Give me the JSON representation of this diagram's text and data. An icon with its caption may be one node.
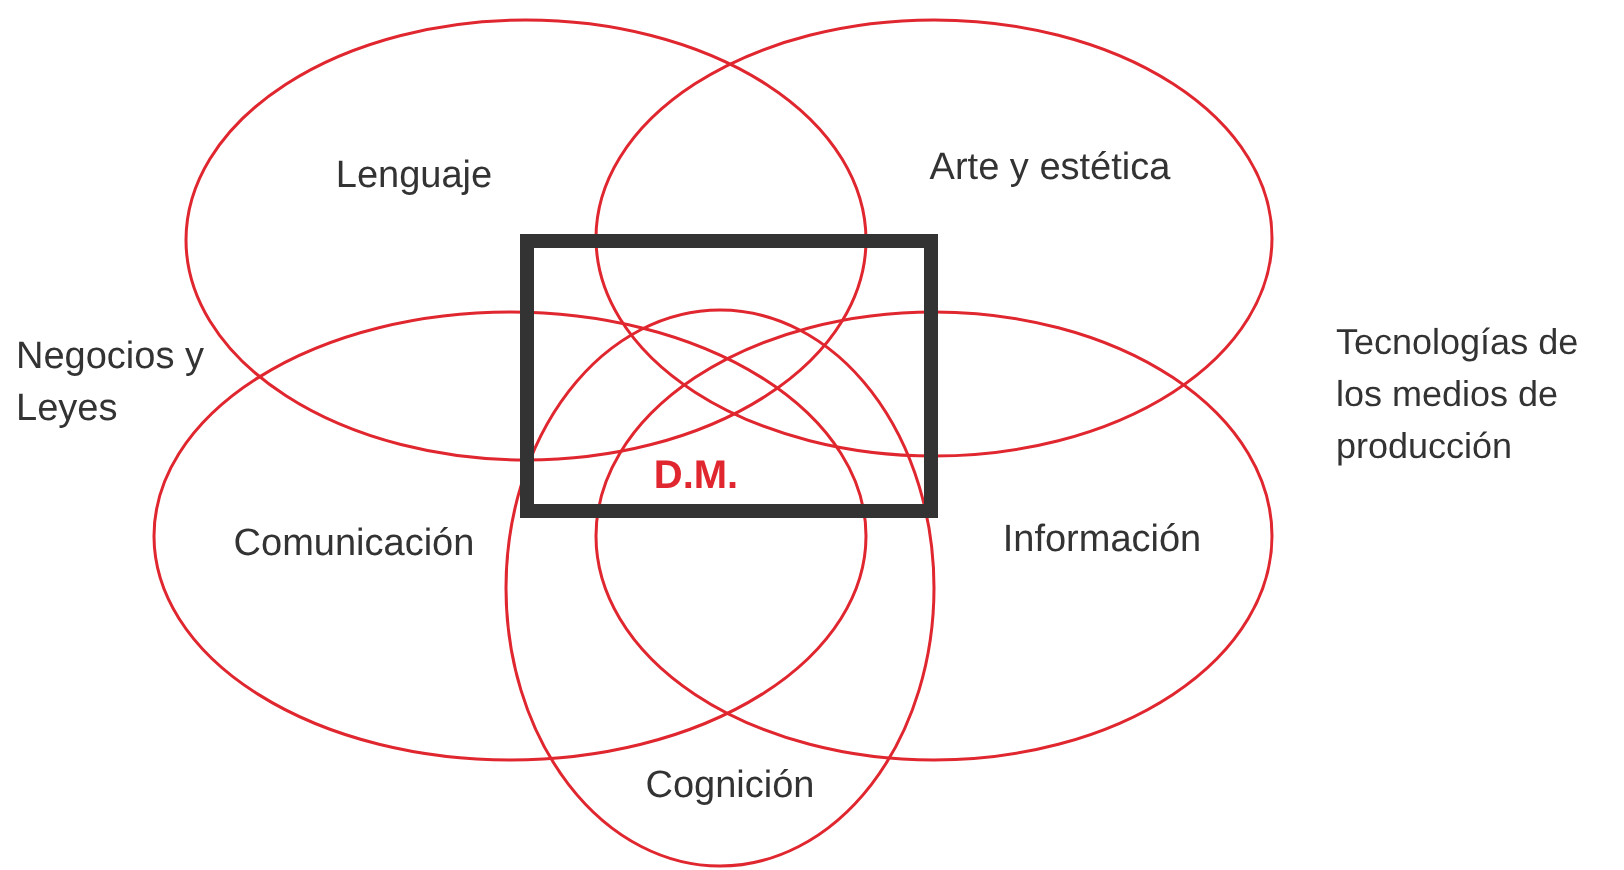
{
  "diagram": {
    "nodes": [
      {
        "text": [
          "Lenguaje"
        ]
      },
      {
        "text": [
          "Arte y estética"
        ]
      },
      {
        "text": [
          "Comunicación"
        ]
      },
      {
        "text": [
          "Información"
        ]
      },
      {
        "text": [
          "Cognición"
        ]
      },
      {
        "text": [
          "D.M."
        ]
      }
    ],
    "labels": [
      "Negocios y Leyes",
      "Tecnologías de los medios de producción"
    ]
  }
}
